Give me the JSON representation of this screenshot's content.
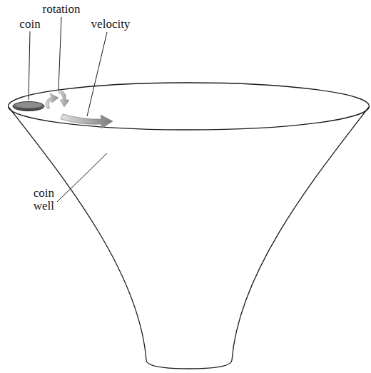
{
  "diagram": {
    "labels": [
      "rotation",
      "coin",
      "velocity",
      "coin well"
    ]
  }
}
